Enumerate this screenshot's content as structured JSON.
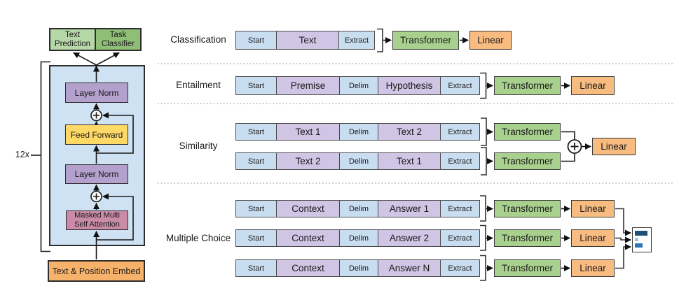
{
  "figure": {
    "transformer_block": {
      "output_heads": {
        "left": "Text Prediction",
        "right": "Task Classifier"
      },
      "repeat_label": "12x",
      "layer_norm_top": "Layer Norm",
      "feed_forward": "Feed Forward",
      "layer_norm_bottom": "Layer Norm",
      "attention_line1": "Masked Multi",
      "attention_line2": "Self Attention",
      "embed": "Text & Position Embed",
      "residual_symbol": "+"
    },
    "tasks": [
      {
        "name": "Classification",
        "cells": [
          "Start",
          "Text",
          "Extract"
        ],
        "transformer": "Transformer",
        "linear": "Linear"
      },
      {
        "name": "Entailment",
        "cells": [
          "Start",
          "Premise",
          "Delim",
          "Hypothesis",
          "Extract"
        ],
        "transformer": "Transformer",
        "linear": "Linear"
      },
      {
        "name": "Similarity",
        "rows": [
          [
            "Start",
            "Text 1",
            "Delim",
            "Text 2",
            "Extract"
          ],
          [
            "Start",
            "Text 2",
            "Delim",
            "Text 1",
            "Extract"
          ]
        ],
        "sum_symbol": "+",
        "transformer": "Transformer",
        "linear": "Linear"
      },
      {
        "name": "Multiple Choice",
        "rows": [
          [
            "Start",
            "Context",
            "Delim",
            "Answer 1",
            "Extract"
          ],
          [
            "Start",
            "Context",
            "Delim",
            "Answer 2",
            "Extract"
          ],
          [
            "Start",
            "Context",
            "Delim",
            "Answer N",
            "Extract"
          ]
        ],
        "transformer": "Transformer",
        "linear": "Linear"
      }
    ],
    "colors": {
      "token_blue": "#c9ddf1",
      "token_lavender": "#d0c5e5",
      "transformer_green": "#a9d18e",
      "linear_orange": "#f8bb80",
      "block_background_blue": "#cfe2f3",
      "layer_norm_purple": "#b3a0cd",
      "feed_forward_yellow": "#ffd966",
      "attention_pink": "#c98ba8",
      "embed_orange": "#f6b26b",
      "text_prediction_green": "#b6d7a8",
      "task_classifier_green": "#8fbf77",
      "score_bar_dark": "#1f4e79",
      "score_bar_light": "#9dc3e6",
      "score_bar_medium": "#2e75b6"
    }
  }
}
